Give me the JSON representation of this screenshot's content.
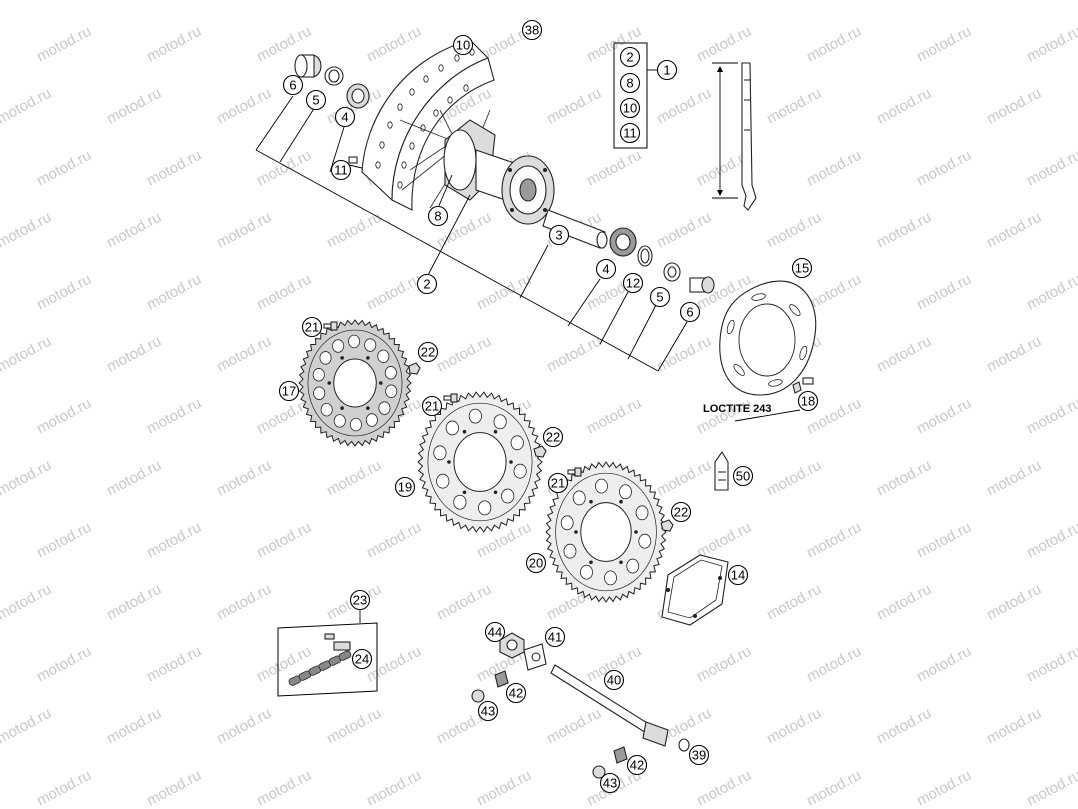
{
  "watermark": "motod.ru",
  "loctite_label": "LOCTITE 243",
  "callouts": [
    {
      "id": "c1",
      "label": "1"
    },
    {
      "id": "c2a",
      "label": "2"
    },
    {
      "id": "c8a",
      "label": "8"
    },
    {
      "id": "c10a",
      "label": "10"
    },
    {
      "id": "c11a",
      "label": "11"
    },
    {
      "id": "c2",
      "label": "2"
    },
    {
      "id": "c3",
      "label": "3"
    },
    {
      "id": "c4a",
      "label": "4"
    },
    {
      "id": "c4b",
      "label": "4"
    },
    {
      "id": "c5a",
      "label": "5"
    },
    {
      "id": "c5b",
      "label": "5"
    },
    {
      "id": "c6a",
      "label": "6"
    },
    {
      "id": "c6b",
      "label": "6"
    },
    {
      "id": "c8",
      "label": "8"
    },
    {
      "id": "c10",
      "label": "10"
    },
    {
      "id": "c11",
      "label": "11"
    },
    {
      "id": "c12",
      "label": "12"
    },
    {
      "id": "c14",
      "label": "14"
    },
    {
      "id": "c15",
      "label": "15"
    },
    {
      "id": "c17",
      "label": "17"
    },
    {
      "id": "c18",
      "label": "18"
    },
    {
      "id": "c19",
      "label": "19"
    },
    {
      "id": "c20",
      "label": "20"
    },
    {
      "id": "c21a",
      "label": "21"
    },
    {
      "id": "c21b",
      "label": "21"
    },
    {
      "id": "c21c",
      "label": "21"
    },
    {
      "id": "c22a",
      "label": "22"
    },
    {
      "id": "c22b",
      "label": "22"
    },
    {
      "id": "c22c",
      "label": "22"
    },
    {
      "id": "c23",
      "label": "23"
    },
    {
      "id": "c24",
      "label": "24"
    },
    {
      "id": "c38",
      "label": "38"
    },
    {
      "id": "c39",
      "label": "39"
    },
    {
      "id": "c40",
      "label": "40"
    },
    {
      "id": "c41",
      "label": "41"
    },
    {
      "id": "c42a",
      "label": "42"
    },
    {
      "id": "c42b",
      "label": "42"
    },
    {
      "id": "c43a",
      "label": "43"
    },
    {
      "id": "c43b",
      "label": "43"
    },
    {
      "id": "c44",
      "label": "44"
    },
    {
      "id": "c50",
      "label": "50"
    }
  ]
}
